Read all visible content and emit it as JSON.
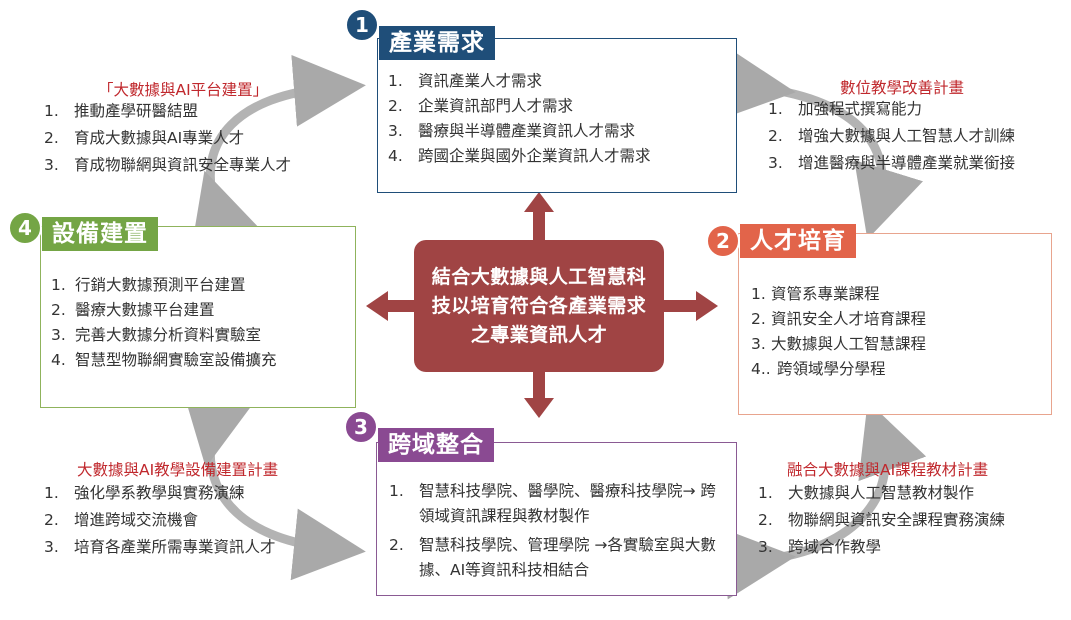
{
  "center": {
    "text": "結合大數據與人工智慧科技以培育符合各產業需求之專業資訊人才"
  },
  "panels": [
    {
      "number": "1",
      "title": "產業需求",
      "items": [
        {
          "n": "1.",
          "text": "資訊產業人才需求"
        },
        {
          "n": "2.",
          "text": "企業資訊部門人才需求"
        },
        {
          "n": "3.",
          "text": "醫療與半導體產業資訊人才需求"
        },
        {
          "n": "4.",
          "text": "跨國企業與國外企業資訊人才需求"
        }
      ]
    },
    {
      "number": "2",
      "title": "人才培育",
      "items": [
        {
          "n": "1.",
          "text": "資管系專業課程"
        },
        {
          "n": "2.",
          "text": "資訊安全人才培育課程"
        },
        {
          "n": "3.",
          "text": "大數據與人工智慧課程"
        },
        {
          "n": "4..",
          "text": "跨領域學分學程"
        }
      ]
    },
    {
      "number": "3",
      "title": "跨域整合",
      "items": [
        {
          "n": "1.",
          "text": "智慧科技學院、醫學院、醫療科技學院→ 跨領域資訊課程與教材製作"
        },
        {
          "n": "2.",
          "text": "智慧科技學院、管理學院 →各實驗室與大數據、AI等資訊科技相結合"
        }
      ]
    },
    {
      "number": "4",
      "title": "設備建置",
      "items": [
        {
          "n": "1.",
          "text": "行銷大數據預測平台建置"
        },
        {
          "n": "2.",
          "text": "醫療大數據平台建置"
        },
        {
          "n": "3.",
          "text": "完善大數據分析資料實驗室"
        },
        {
          "n": "4.",
          "text": "智慧型物聯網實驗室設備擴充"
        }
      ]
    }
  ],
  "annotations": [
    {
      "title": "「大數據與AI平台建置」",
      "items": [
        {
          "n": "1.",
          "text": "推動產學研醫結盟"
        },
        {
          "n": "2.",
          "text": "育成大數據與AI專業人才"
        },
        {
          "n": "3.",
          "text": "育成物聯網與資訊安全專業人才"
        }
      ]
    },
    {
      "title": "數位教學改善計畫",
      "items": [
        {
          "n": "1.",
          "text": "加強程式撰寫能力"
        },
        {
          "n": "2.",
          "text": "增強大數據與人工智慧人才訓練"
        },
        {
          "n": "3.",
          "text": "增進醫療與半導體產業就業銜接"
        }
      ]
    },
    {
      "title": "大數據與AI教學設備建置計畫",
      "items": [
        {
          "n": "1.",
          "text": "強化學系教學與實務演練"
        },
        {
          "n": "2.",
          "text": "增進跨域交流機會"
        },
        {
          "n": "3.",
          "text": "培育各產業所需專業資訊人才"
        }
      ]
    },
    {
      "title": "融合大數據與AI課程教材計畫",
      "items": [
        {
          "n": "1.",
          "text": "大數據與人工智慧教材製作"
        },
        {
          "n": "2.",
          "text": "物聯網與資訊安全課程實務演練"
        },
        {
          "n": "3.",
          "text": "跨域合作教學"
        }
      ]
    }
  ],
  "colors": {
    "panel1": "#1f4e79",
    "panel2": "#e2644a",
    "panel3": "#8a4a92",
    "panel4": "#74a545",
    "center": "#a04444",
    "annotation_title": "#c0282d"
  }
}
